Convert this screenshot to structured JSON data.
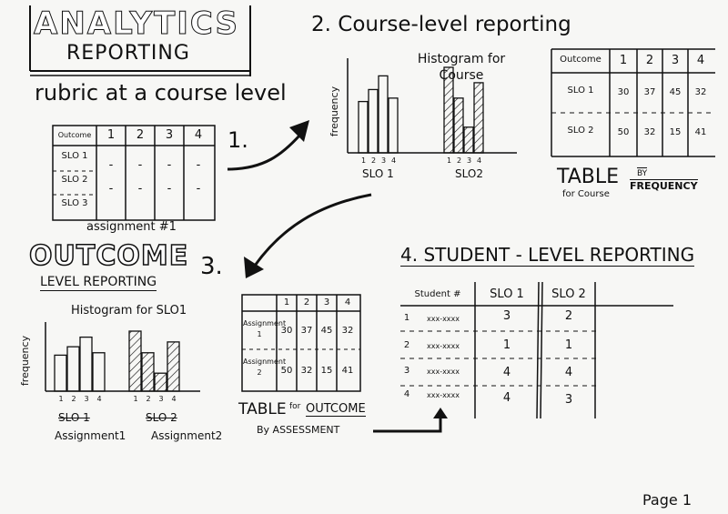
{
  "section0": {
    "title_line1": "ANALYTICS",
    "title_line2": "REPORTING",
    "subtitle": "rubric at a course level"
  },
  "section1": {
    "number": "1.",
    "headers": [
      "Outcome",
      "1",
      "2",
      "3",
      "4"
    ],
    "rows": [
      "SLO 1",
      "SLO 2",
      "SLO 3"
    ],
    "dash": "-",
    "caption": "assignment #1"
  },
  "section2": {
    "heading": "2. Course-level reporting",
    "chart_data": {
      "type": "bar",
      "title": "Histogram for Course",
      "ylabel": "frequency",
      "categories": [
        "1",
        "2",
        "3",
        "4"
      ],
      "series": [
        {
          "name": "SLO 1",
          "values": [
            30,
            37,
            45,
            32
          ]
        },
        {
          "name": "SLO2",
          "values": [
            50,
            32,
            15,
            41
          ]
        }
      ]
    },
    "table": {
      "headers": [
        "Outcome",
        "1",
        "2",
        "3",
        "4"
      ],
      "rows": [
        {
          "label": "SLO 1",
          "values": [
            "30",
            "37",
            "45",
            "32"
          ]
        },
        {
          "label": "SLO 2",
          "values": [
            "50",
            "32",
            "15",
            "41"
          ]
        }
      ]
    },
    "table_caption_big": "TABLE",
    "table_caption_small": "for Course",
    "table_caption_by": "BY",
    "table_caption_freq": "FREQUENCY"
  },
  "section3": {
    "title_big": "OUTCOME",
    "title_sub": "LEVEL REPORTING",
    "number": "3.",
    "chart_data": {
      "type": "bar",
      "title": "Histogram for SLO1",
      "ylabel": "frequency",
      "categories": [
        "1",
        "2",
        "3",
        "4"
      ],
      "series": [
        {
          "name": "SLO 1",
          "values": [
            30,
            37,
            45,
            32
          ]
        },
        {
          "name": "SLO 2",
          "values": [
            50,
            32,
            15,
            41
          ]
        }
      ]
    },
    "group_labels": [
      "Assignment1",
      "Assignment2"
    ],
    "table": {
      "headers": [
        "",
        "1",
        "2",
        "3",
        "4"
      ],
      "rows": [
        {
          "label": "Assignment 1",
          "values": [
            "30",
            "37",
            "45",
            "32"
          ]
        },
        {
          "label": "Assignment 2",
          "values": [
            "50",
            "32",
            "15",
            "41"
          ]
        }
      ]
    },
    "caption_table": "TABLE",
    "caption_for": "for",
    "caption_outcome": "OUTCOME",
    "caption_by": "By ASSESSMENT"
  },
  "section4": {
    "heading": "4. STUDENT - LEVEL REPORTING",
    "headers": [
      "Student #",
      "SLO 1",
      "SLO 2"
    ],
    "rows": [
      {
        "num": "1",
        "id": "xxx-xxxx",
        "slo1": "3",
        "slo2": "2"
      },
      {
        "num": "2",
        "id": "xxx-xxxx",
        "slo1": "1",
        "slo2": "1"
      },
      {
        "num": "3",
        "id": "xxx-xxxx",
        "slo1": "4",
        "slo2": "4"
      },
      {
        "num": "4",
        "id": "xxx-xxxx",
        "slo1": "4",
        "slo2": "3"
      }
    ]
  },
  "footer": {
    "page": "Page 1"
  }
}
